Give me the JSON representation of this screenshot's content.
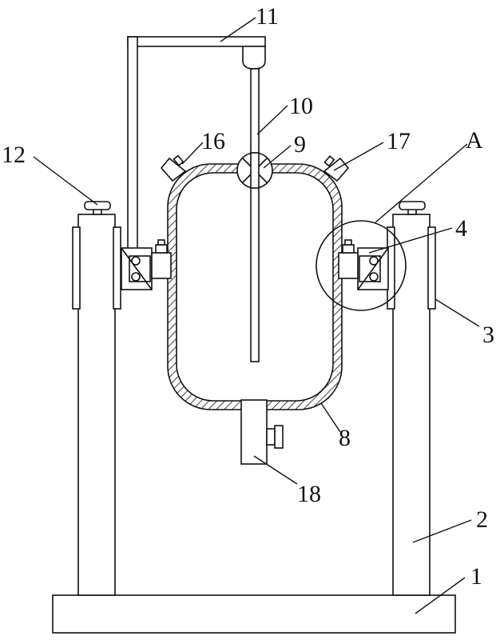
{
  "labels": [
    {
      "id": "1",
      "text": "1"
    },
    {
      "id": "2",
      "text": "2"
    },
    {
      "id": "3",
      "text": "3"
    },
    {
      "id": "4",
      "text": "4"
    },
    {
      "id": "8",
      "text": "8"
    },
    {
      "id": "9",
      "text": "9"
    },
    {
      "id": "10",
      "text": "10"
    },
    {
      "id": "11",
      "text": "11"
    },
    {
      "id": "12",
      "text": "12"
    },
    {
      "id": "16",
      "text": "16"
    },
    {
      "id": "17",
      "text": "17"
    },
    {
      "id": "18",
      "text": "18"
    },
    {
      "id": "A",
      "text": "A"
    }
  ]
}
